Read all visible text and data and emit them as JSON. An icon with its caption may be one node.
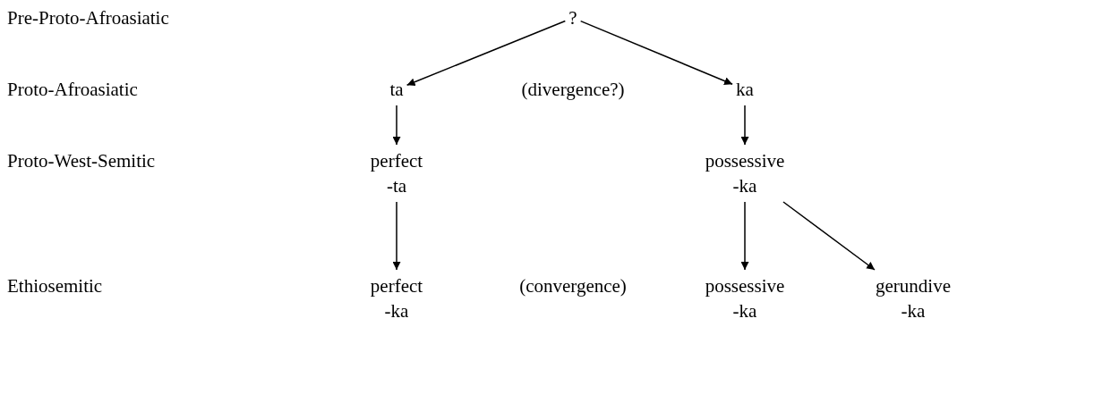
{
  "diagram": {
    "nodes": [
      {
        "text": [
          "?"
        ]
      },
      {
        "text": [
          "ta"
        ]
      },
      {
        "text": [
          "ka"
        ]
      },
      {
        "text": [
          "perfect -ta"
        ]
      },
      {
        "text": [
          "possessive -ka"
        ]
      },
      {
        "text": [
          "perfect -ka"
        ]
      },
      {
        "text": [
          "possessive -ka"
        ]
      },
      {
        "text": [
          "gerundive -ka"
        ]
      }
    ],
    "edges": [
      {
        "from": 0,
        "to": 1,
        "arrow": "to"
      },
      {
        "from": 0,
        "to": 2,
        "arrow": "to"
      },
      {
        "from": 1,
        "to": 3,
        "arrow": "to"
      },
      {
        "from": 2,
        "to": 4,
        "arrow": "to"
      },
      {
        "from": 3,
        "to": 5,
        "arrow": "to"
      },
      {
        "from": 4,
        "to": 6,
        "arrow": "to"
      },
      {
        "from": 4,
        "to": 7,
        "arrow": "to"
      }
    ],
    "labels": [
      "Pre-Proto-Afroasiatic",
      "Proto-Afroasiatic",
      "(divergence?)",
      "Proto-West-Semitic",
      "Ethiosemitic",
      "(convergence)"
    ]
  }
}
